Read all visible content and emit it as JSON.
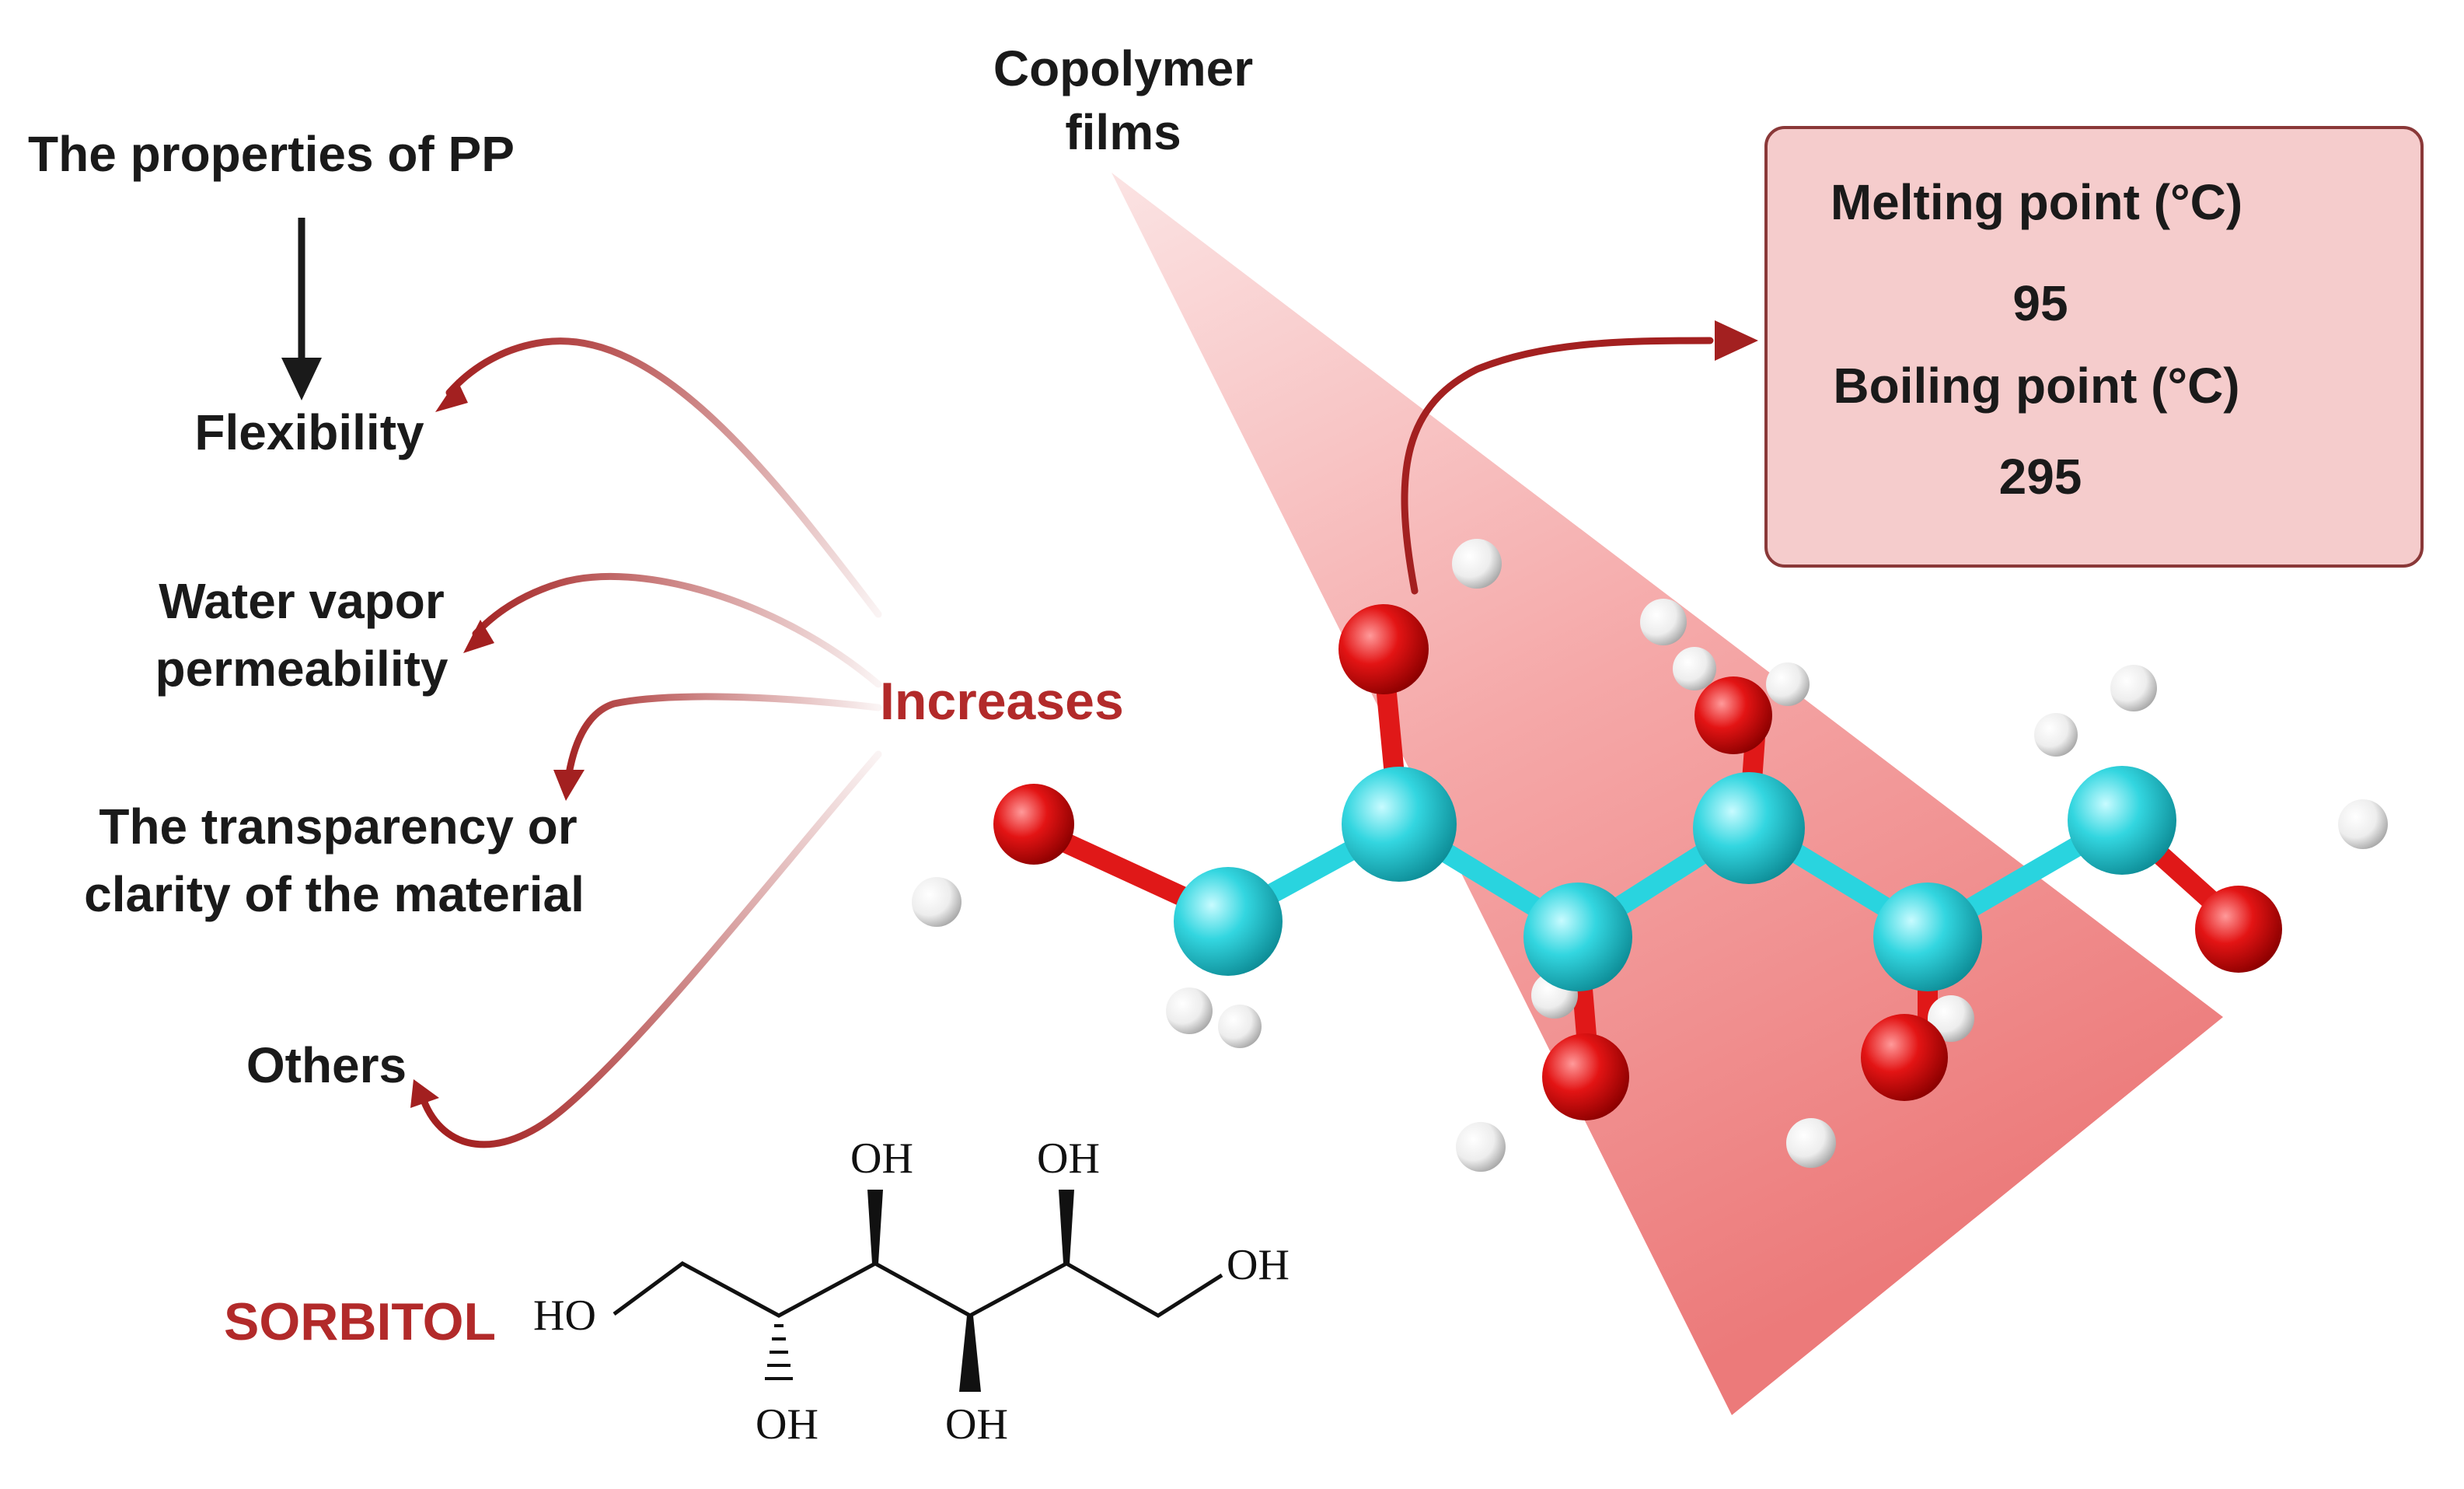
{
  "top_label": "The properties of PP",
  "effects": {
    "flexibility": "Flexibility",
    "water_vapor_line1": "Water vapor",
    "water_vapor_line2": "permeability",
    "transparency_line1": "The transparency or",
    "transparency_line2": "clarity of the material",
    "others": "Others"
  },
  "center_label": "Increases",
  "copolymer_line1": "Copolymer",
  "copolymer_line2": "films",
  "properties": {
    "melting_label": "Melting point (°C)",
    "melting_value": "95",
    "boiling_label": "Boiling point (°C)",
    "boiling_value": "295"
  },
  "compound_name": "SORBITOL",
  "structure_labels": {
    "ho_left": "HO",
    "oh_right": "OH",
    "oh_top_1": "OH",
    "oh_top_2": "OH",
    "oh_bottom_1": "OH",
    "oh_bottom_2": "OH"
  },
  "colors": {
    "accent_red": "#b22a2a",
    "arrow_red": "#a32020",
    "box_fill": "#f5cccc",
    "box_border": "#8a3838",
    "carbon": "#29d4df",
    "oxygen": "#e01818",
    "hydrogen": "#f2f2f2",
    "cone": "#f08a8a"
  }
}
